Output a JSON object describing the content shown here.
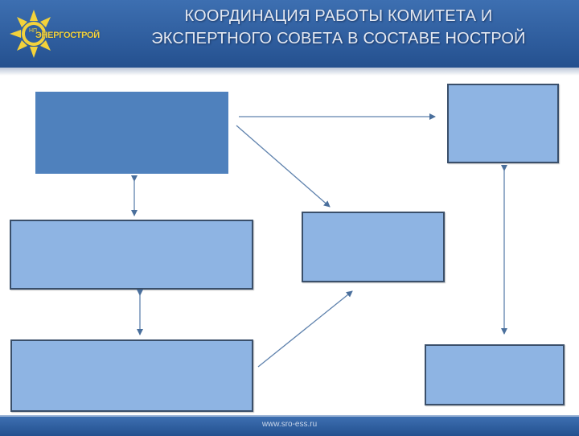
{
  "header": {
    "title_line1": "КООРДИНАЦИЯ  РАБОТЫ КОМИТЕТА И",
    "title_line2": "ЭКСПЕРТНОГО СОВЕТА В СОСТАВЕ НОСТРОЙ",
    "logo_text": "ЭНЕРГОСТРОЙ",
    "logo_small_text": "НП"
  },
  "footer": {
    "url": "www.sro-ess.ru"
  },
  "colors": {
    "header_blue": "#2c5a9a",
    "box_fill": "#8eb4e3",
    "box_dark_fill": "#4f81bd",
    "box_border": "#3a4f6a",
    "logo_yellow": "#f3d23b"
  },
  "diagram": {
    "boxes": [
      "top-left",
      "top-right",
      "middle-left",
      "middle-center",
      "bottom-left",
      "bottom-right"
    ],
    "connectors": [
      {
        "from": "top-left",
        "to": "top-right",
        "kind": "arrow"
      },
      {
        "from": "top-left",
        "to": "middle-center",
        "kind": "arrow"
      },
      {
        "from": "bottom-left",
        "to": "middle-center",
        "kind": "arrow"
      },
      {
        "from": "top-left",
        "to": "middle-left",
        "kind": "double-arrow"
      },
      {
        "from": "middle-left",
        "to": "bottom-left",
        "kind": "double-arrow"
      },
      {
        "from": "top-right",
        "to": "bottom-right",
        "kind": "double-arrow"
      }
    ]
  }
}
